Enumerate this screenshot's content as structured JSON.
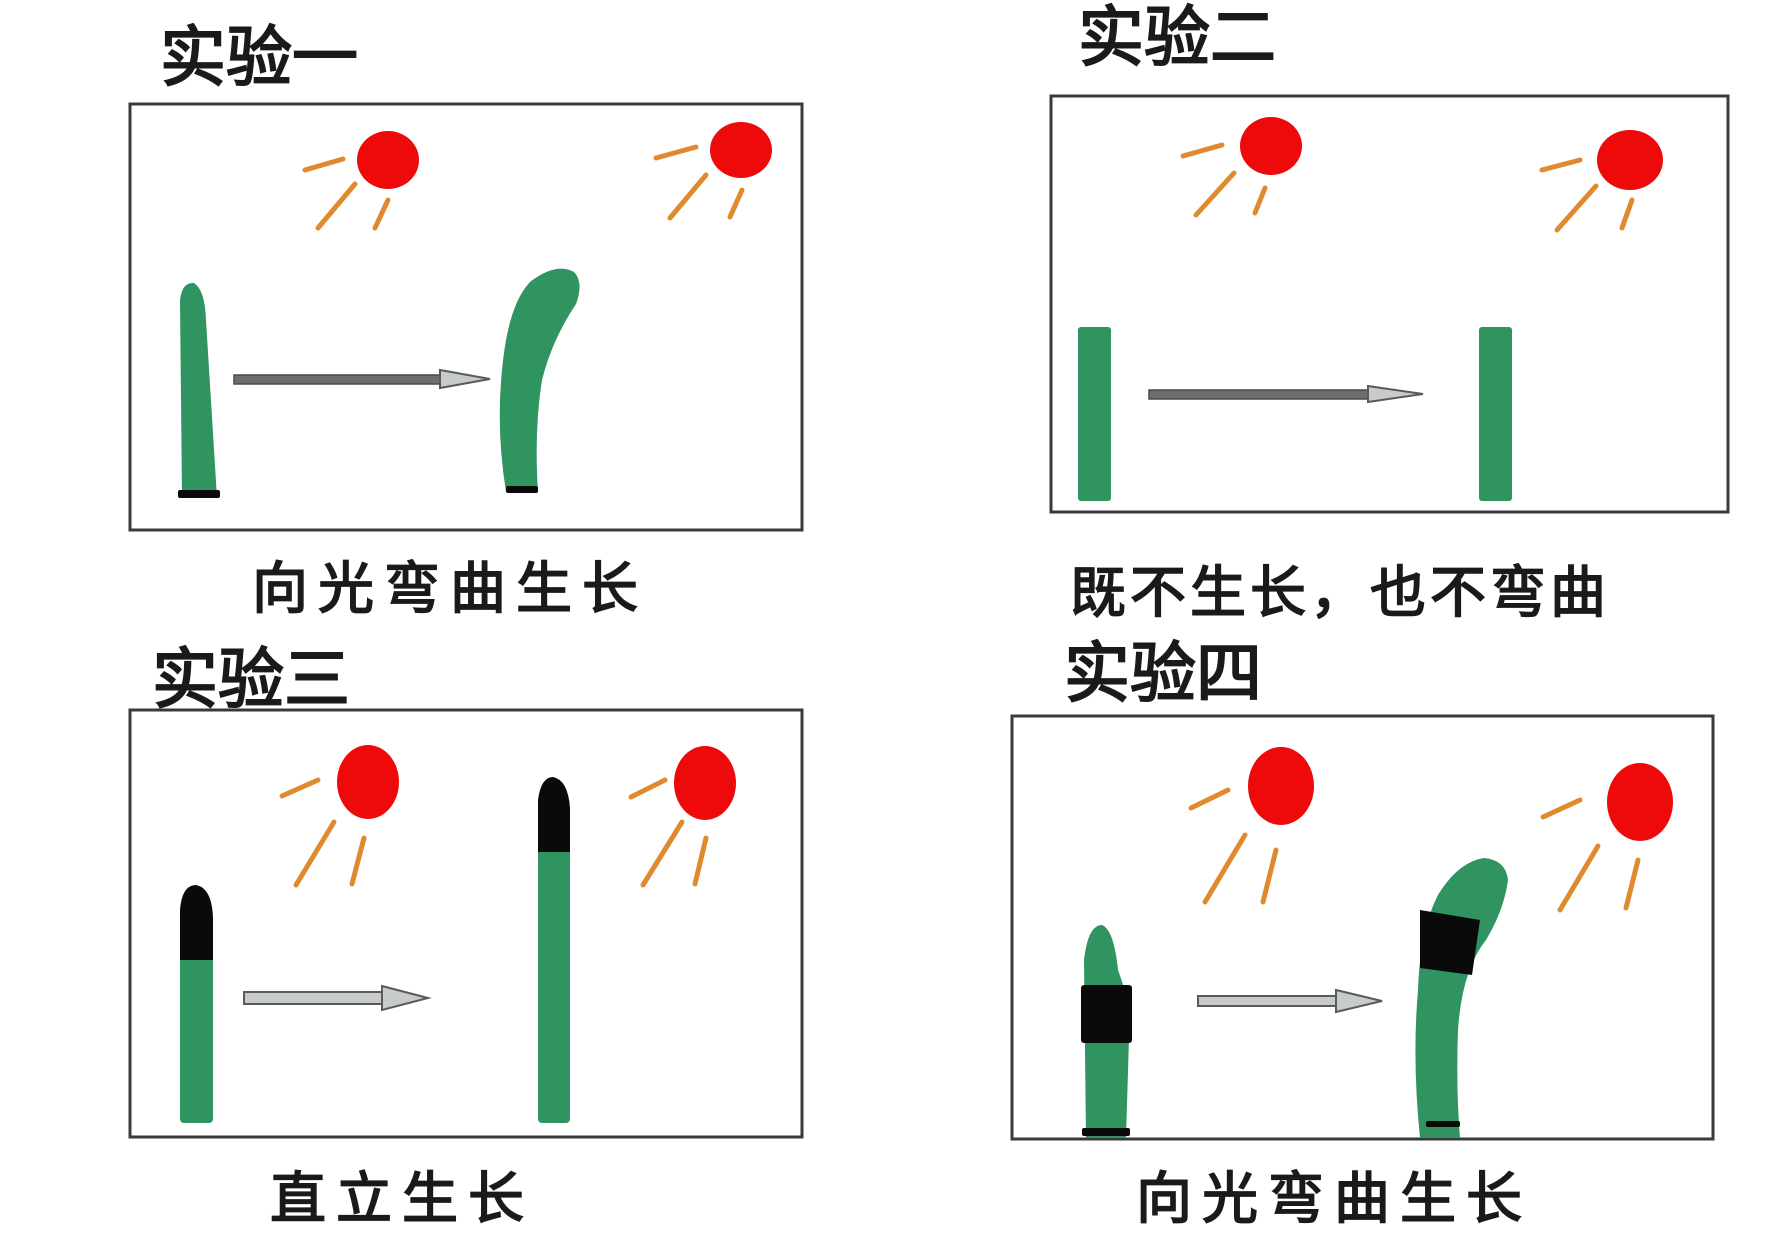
{
  "experiments": [
    {
      "id": 1,
      "title": "实验一",
      "result": "向光弯曲生长",
      "condition": "intact-tip",
      "outcome": "bends-toward-light"
    },
    {
      "id": 2,
      "title": "实验二",
      "result": "既不生长，也不弯曲",
      "condition": "tip-removed",
      "outcome": "no-growth-no-bending"
    },
    {
      "id": 3,
      "title": "实验三",
      "result": "直立生长",
      "condition": "tip-covered",
      "outcome": "upright-growth"
    },
    {
      "id": 4,
      "title": "实验四",
      "result": "向光弯曲生长",
      "condition": "below-tip-covered",
      "outcome": "bends-toward-light"
    }
  ],
  "icons": {
    "light": "sun-icon",
    "arrow": "right-arrow-icon",
    "seedling": "coleoptile-icon"
  },
  "colors": {
    "sun": "#ee0a0a",
    "rays": "#e08a30",
    "stem": "#2f9460",
    "cover": "#0a0a0a",
    "border": "#3a3a3a"
  }
}
